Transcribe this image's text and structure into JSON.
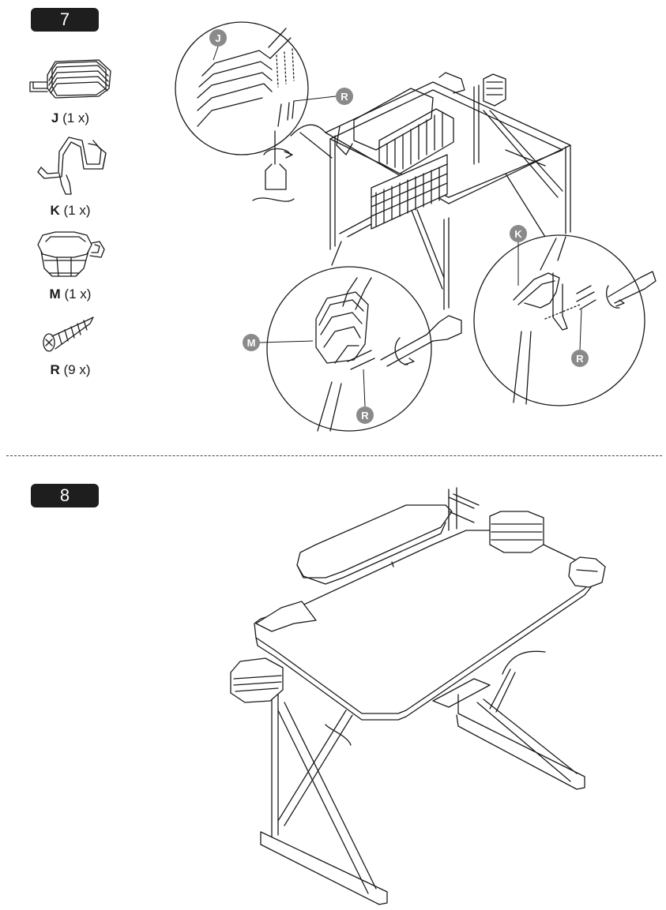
{
  "steps": [
    {
      "number": "7",
      "parts": [
        {
          "letter": "J",
          "qty": "(1 x)",
          "icon": "ladder-hook-icon"
        },
        {
          "letter": "K",
          "qty": "(1 x)",
          "icon": "headphone-hook-icon"
        },
        {
          "letter": "M",
          "qty": "(1 x)",
          "icon": "cup-holder-icon"
        },
        {
          "letter": "R",
          "qty": "(9 x)",
          "icon": "screw-icon"
        }
      ],
      "callouts": {
        "j": "J",
        "k": "K",
        "m": "M",
        "r1": "R",
        "r2": "R",
        "r3": "R"
      }
    },
    {
      "number": "8"
    }
  ]
}
